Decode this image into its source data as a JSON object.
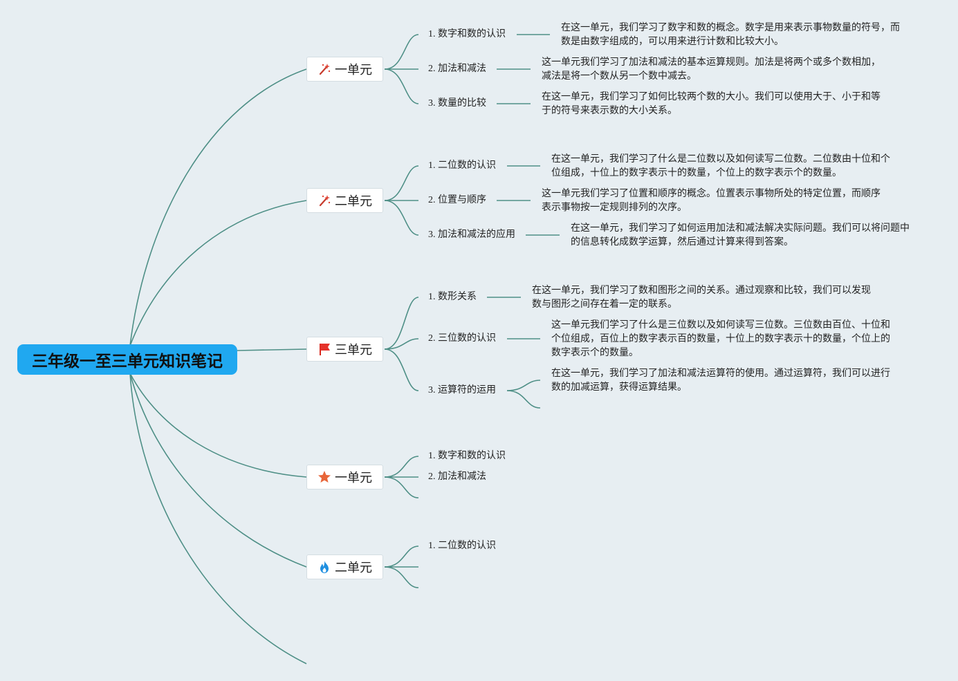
{
  "root": {
    "title": "三年级一至三单元知识笔记"
  },
  "units": [
    {
      "label": "一单元",
      "icon": "magic-wand-icon",
      "topics": [
        {
          "label": "1. 数字和数的认识",
          "note": "在这一单元，我们学习了数字和数的概念。数字是用来表示事物数量的符号，而数是由数字组成的，可以用来进行计数和比较大小。"
        },
        {
          "label": "2. 加法和减法",
          "note": "这一单元我们学习了加法和减法的基本运算规则。加法是将两个或多个数相加，减法是将一个数从另一个数中减去。"
        },
        {
          "label": "3. 数量的比较",
          "note": "在这一单元，我们学习了如何比较两个数的大小。我们可以使用大于、小于和等于的符号来表示数的大小关系。"
        }
      ]
    },
    {
      "label": "二单元",
      "icon": "magic-wand-icon",
      "topics": [
        {
          "label": "1. 二位数的认识",
          "note": "在这一单元，我们学习了什么是二位数以及如何读写二位数。二位数由十位和个位组成，十位上的数字表示十的数量，个位上的数字表示个的数量。"
        },
        {
          "label": "2. 位置与顺序",
          "note": "这一单元我们学习了位置和顺序的概念。位置表示事物所处的特定位置，而顺序表示事物按一定规则排列的次序。"
        },
        {
          "label": "3. 加法和减法的应用",
          "note": "在这一单元，我们学习了如何运用加法和减法解决实际问题。我们可以将问题中的信息转化成数学运算，然后通过计算来得到答案。"
        }
      ]
    },
    {
      "label": "三单元",
      "icon": "red-flag-icon",
      "topics": [
        {
          "label": "1. 数形关系",
          "note": "在这一单元，我们学习了数和图形之间的关系。通过观察和比较，我们可以发现数与图形之间存在着一定的联系。"
        },
        {
          "label": "2. 三位数的认识",
          "note": "这一单元我们学习了什么是三位数以及如何读写三位数。三位数由百位、十位和个位组成，百位上的数字表示百的数量，十位上的数字表示十的数量，个位上的数字表示个的数量。"
        },
        {
          "label": "3. 运算符的运用",
          "note": "在这一单元，我们学习了加法和减法运算符的使用。通过运算符，我们可以进行数的加减运算，获得运算结果。"
        }
      ]
    },
    {
      "label": "一单元",
      "icon": "star-icon",
      "topics": [
        {
          "label": "1. 数字和数的认识"
        },
        {
          "label": "2. 加法和减法"
        }
      ]
    },
    {
      "label": "二单元",
      "icon": "flame-icon",
      "topics": [
        {
          "label": "1. 二位数的认识"
        }
      ]
    }
  ]
}
